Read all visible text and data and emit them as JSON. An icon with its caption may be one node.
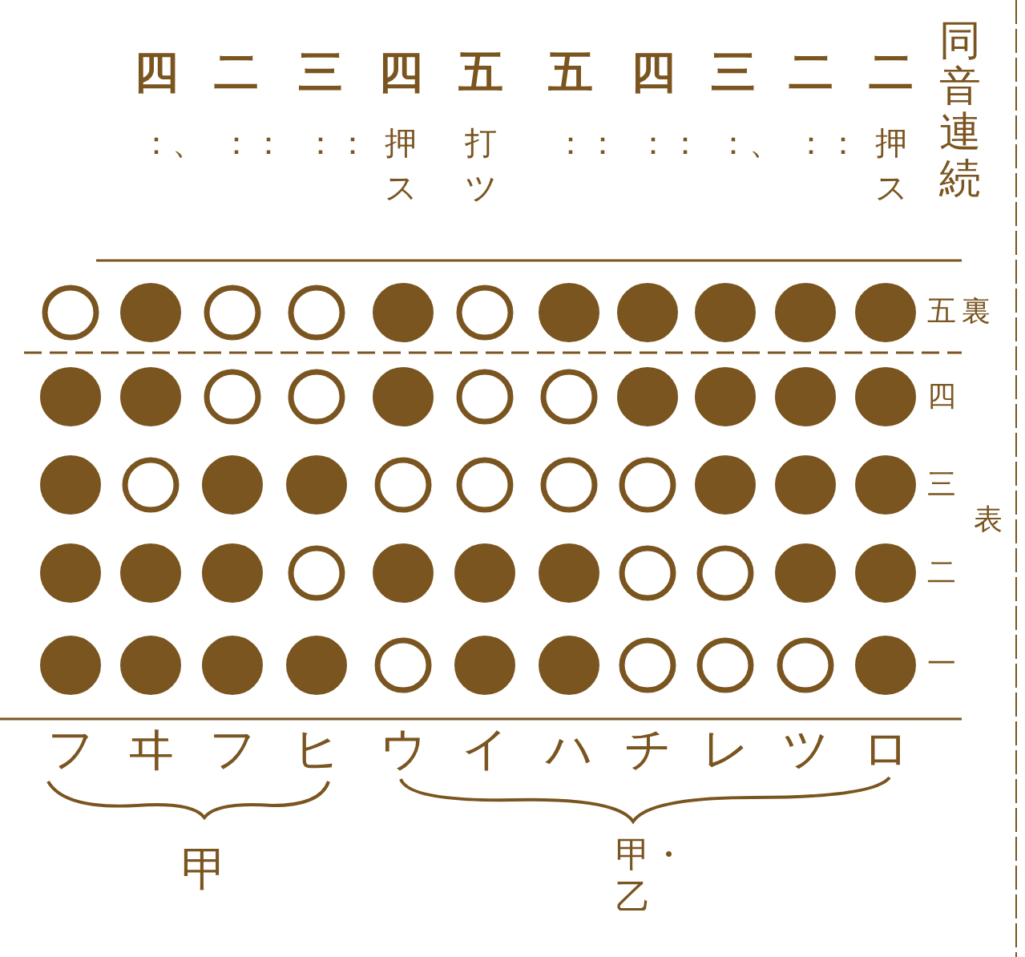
{
  "diagram": {
    "nodes": [
      {
        "text": [],
        "shape": "circle"
      },
      {
        "text": [],
        "shape": "disc"
      },
      {
        "text": [],
        "shape": "circle"
      },
      {
        "text": [],
        "shape": "circle"
      },
      {
        "text": [],
        "shape": "disc"
      },
      {
        "text": [],
        "shape": "circle"
      },
      {
        "text": [],
        "shape": "disc"
      },
      {
        "text": [],
        "shape": "disc"
      },
      {
        "text": [],
        "shape": "disc"
      },
      {
        "text": [],
        "shape": "disc"
      },
      {
        "text": [],
        "shape": "disc"
      },
      {
        "text": [],
        "shape": "disc"
      },
      {
        "text": [],
        "shape": "disc"
      },
      {
        "text": [],
        "shape": "circle"
      },
      {
        "text": [],
        "shape": "circle"
      },
      {
        "text": [],
        "shape": "disc"
      },
      {
        "text": [],
        "shape": "circle"
      },
      {
        "text": [],
        "shape": "circle"
      },
      {
        "text": [],
        "shape": "disc"
      },
      {
        "text": [],
        "shape": "disc"
      },
      {
        "text": [],
        "shape": "disc"
      },
      {
        "text": [],
        "shape": "disc"
      },
      {
        "text": [],
        "shape": "disc"
      },
      {
        "text": [],
        "shape": "circle"
      },
      {
        "text": [],
        "shape": "disc"
      },
      {
        "text": [],
        "shape": "disc"
      },
      {
        "text": [],
        "shape": "circle"
      },
      {
        "text": [],
        "shape": "circle"
      },
      {
        "text": [],
        "shape": "circle"
      },
      {
        "text": [],
        "shape": "circle"
      },
      {
        "text": [],
        "shape": "disc"
      },
      {
        "text": [],
        "shape": "disc"
      },
      {
        "text": [],
        "shape": "disc"
      },
      {
        "text": [],
        "shape": "disc"
      },
      {
        "text": [],
        "shape": "disc"
      },
      {
        "text": [],
        "shape": "disc"
      },
      {
        "text": [],
        "shape": "circle"
      },
      {
        "text": [],
        "shape": "disc"
      },
      {
        "text": [],
        "shape": "disc"
      },
      {
        "text": [],
        "shape": "disc"
      },
      {
        "text": [],
        "shape": "circle"
      },
      {
        "text": [],
        "shape": "circle"
      },
      {
        "text": [],
        "shape": "disc"
      },
      {
        "text": [],
        "shape": "disc"
      },
      {
        "text": [],
        "shape": "disc"
      },
      {
        "text": [],
        "shape": "disc"
      },
      {
        "text": [],
        "shape": "disc"
      },
      {
        "text": [],
        "shape": "disc"
      },
      {
        "text": [],
        "shape": "circle"
      },
      {
        "text": [],
        "shape": "disc"
      },
      {
        "text": [],
        "shape": "disc"
      },
      {
        "text": [],
        "shape": "circle"
      },
      {
        "text": [],
        "shape": "circle"
      },
      {
        "text": [],
        "shape": "circle"
      },
      {
        "text": [],
        "shape": "disc"
      }
    ],
    "labels": [
      "四",
      "二",
      "三",
      "四",
      "五",
      "五",
      "四",
      "三",
      "二",
      "二",
      "同音連続",
      "：、",
      "：：",
      "：：",
      "押ス",
      "打ツ",
      "：：",
      "：：",
      "：、",
      "：：",
      "押ス",
      "五",
      "裏",
      "四",
      "三",
      "表",
      "二",
      "一",
      "フ",
      "ヰ",
      "フ",
      "ヒ",
      "ウ",
      "イ",
      "ハ",
      "チ",
      "レ",
      "ツ",
      "ロ",
      "甲",
      "甲・乙"
    ]
  }
}
